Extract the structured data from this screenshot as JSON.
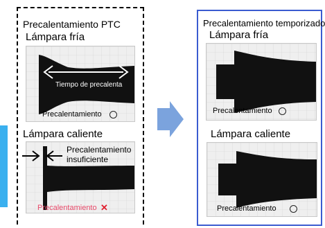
{
  "left_panel": {
    "title": "Precalentamiento PTC",
    "cold": {
      "heading": "Lámpara fría",
      "time_label": "Tiempo de precalenta",
      "preheat_label": "Precalentamiento",
      "preheat_mark": "ok-circle-icon"
    },
    "hot": {
      "heading": "Lámpara caliente",
      "insufficient_line1": "Precalentamiento",
      "insufficient_line2": "insuficiente",
      "preheat_label": "Precalentamiento",
      "preheat_mark": "fail-cross-icon"
    }
  },
  "right_panel": {
    "title": "Precalentamiento temporizado",
    "cold": {
      "heading": "Lámpara fría",
      "preheat_label": "Precalentamiento",
      "preheat_mark": "ok-circle-icon"
    },
    "hot": {
      "heading": "Lámpara caliente",
      "preheat_label": "Precalentamiento",
      "preheat_mark": "ok-circle-icon"
    }
  },
  "colors": {
    "accent_blue": "#3a5bd0",
    "arrow_blue": "#7ba3dd",
    "strip_blue": "#3ab0ef",
    "fail_red": "#e84a6a",
    "waveform": "#111111"
  }
}
